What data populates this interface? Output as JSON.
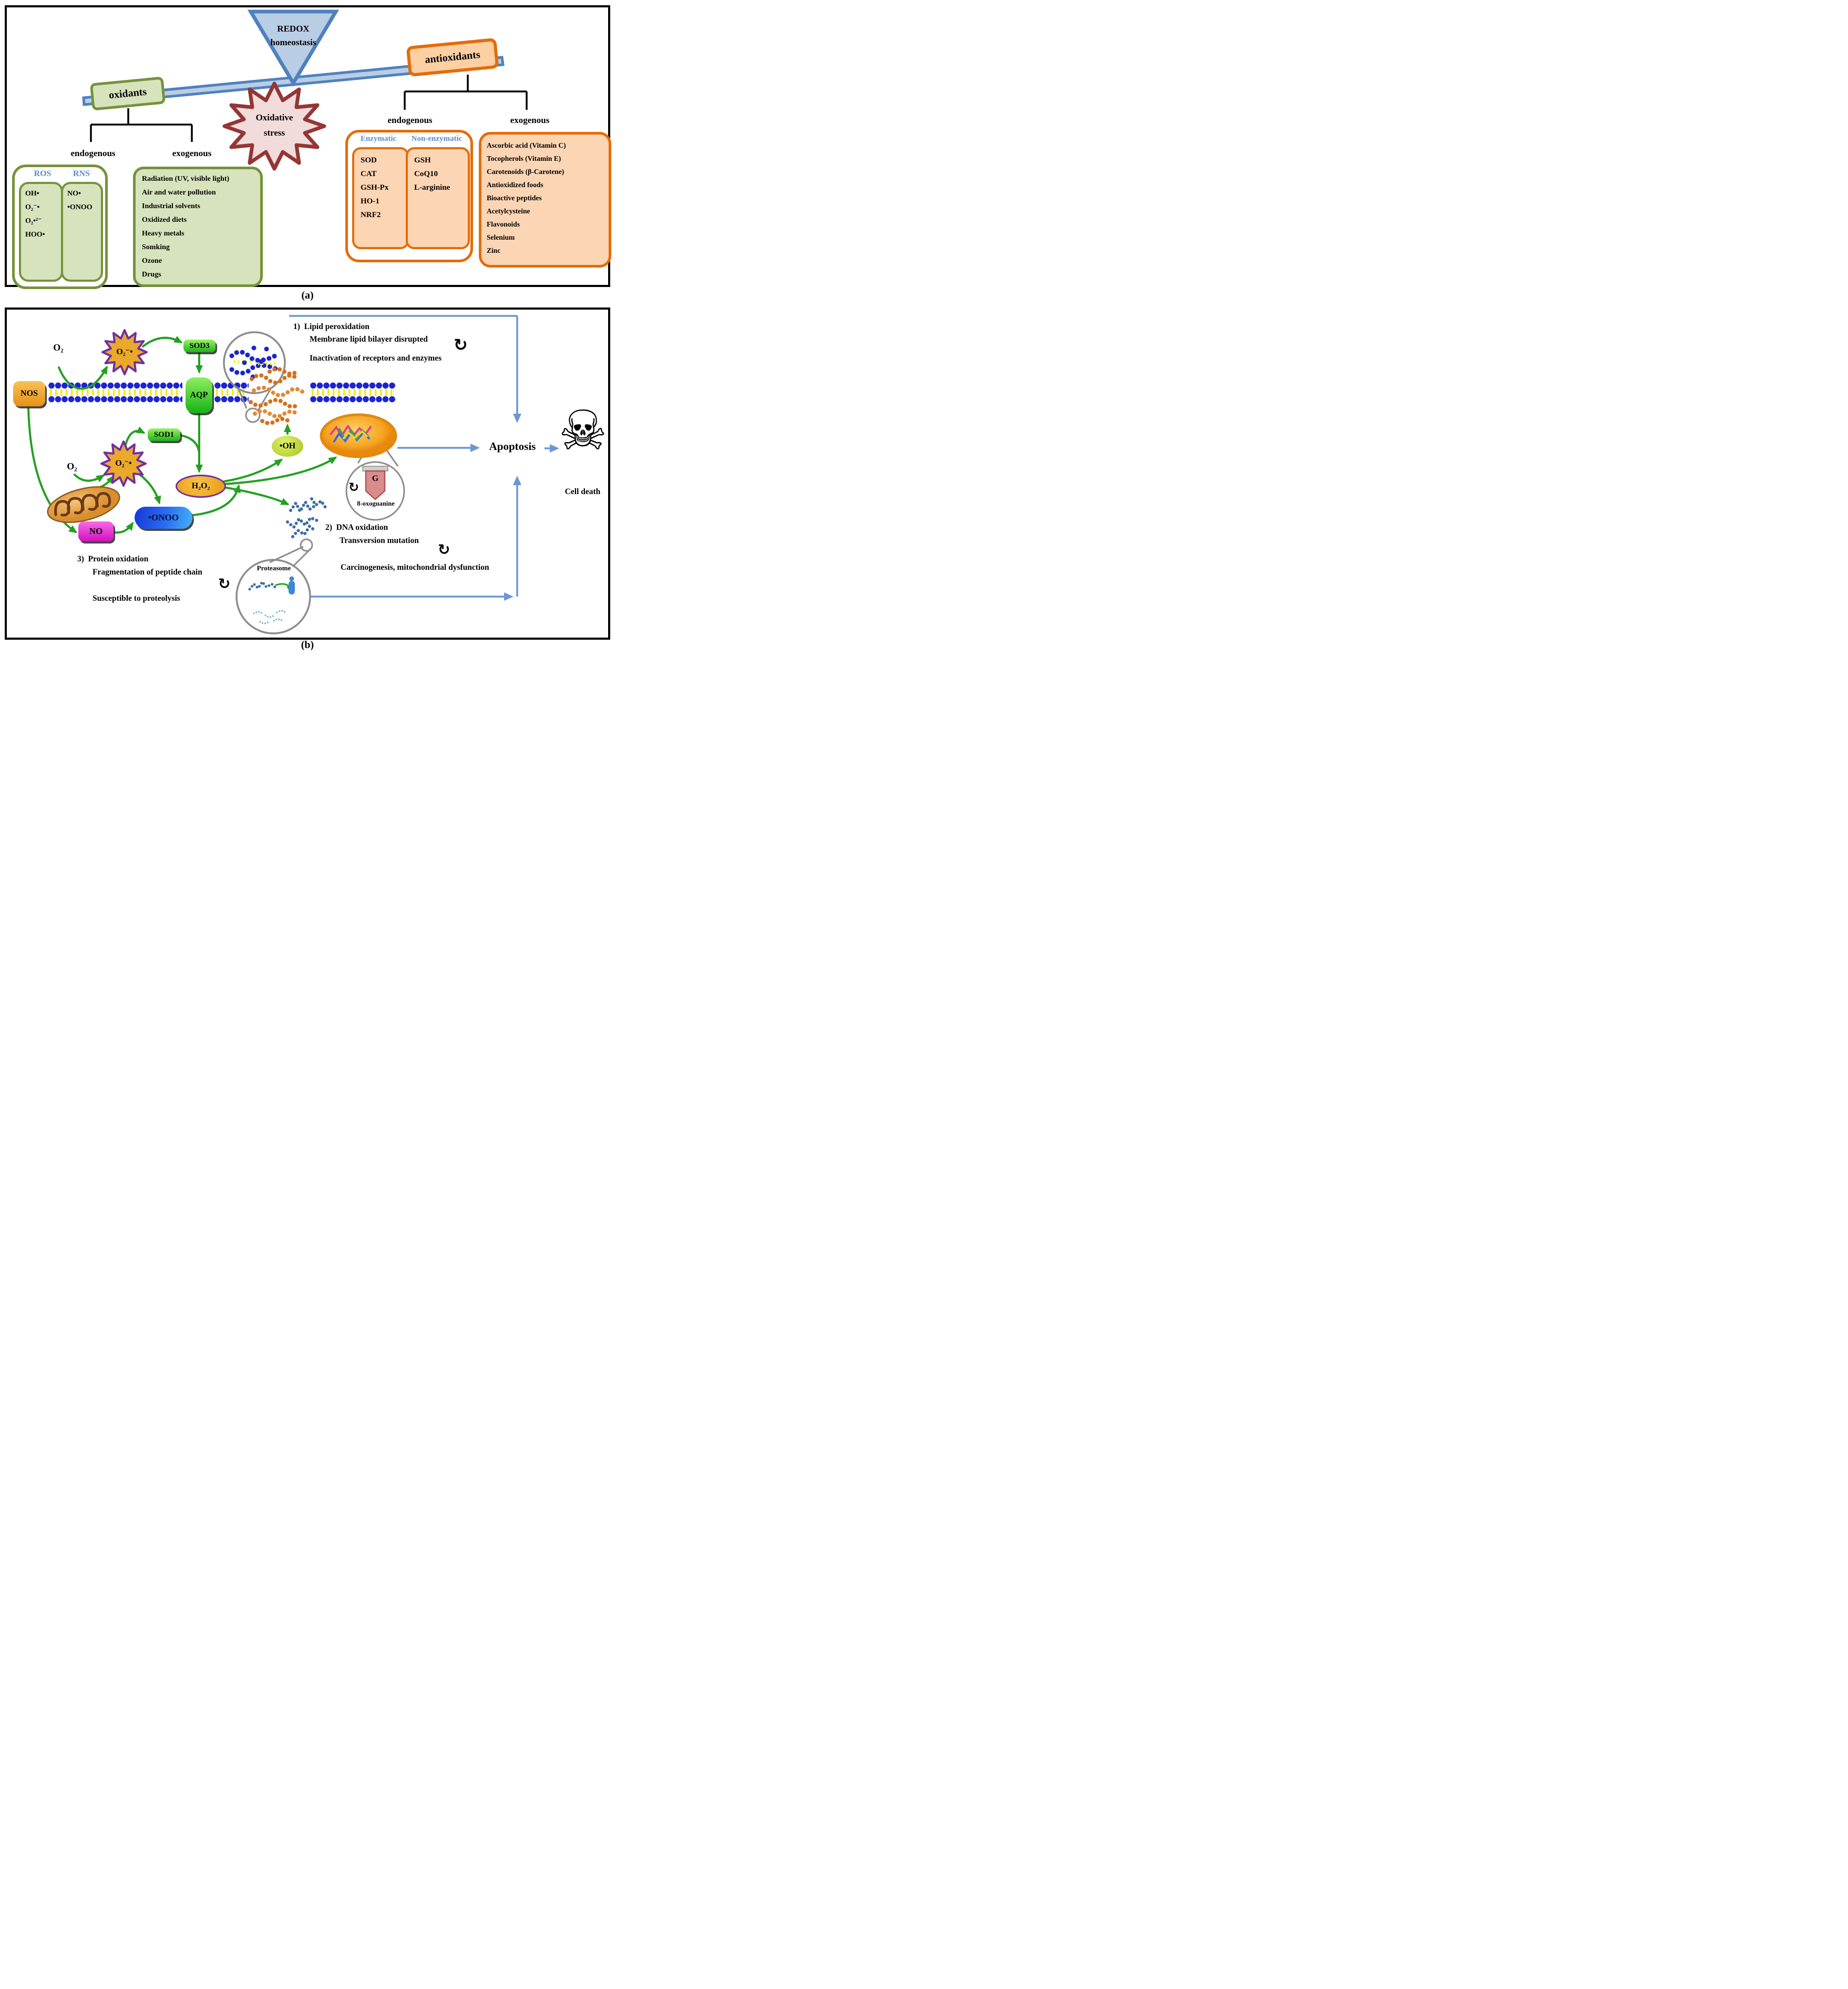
{
  "panel_a": {
    "label": "(a)",
    "triangle": {
      "line1": "REDOX",
      "line2": "homeostasis"
    },
    "oxidants_label": "oxidants",
    "antioxidants_label": "antioxidants",
    "stress": {
      "line1": "Oxidative",
      "line2": "stress"
    },
    "oxidants_branch": {
      "endogenous_label": "endogenous",
      "exogenous_label": "exogenous",
      "ros_label": "ROS",
      "rns_label": "RNS",
      "ros_items": [
        "OH•",
        "O₂⁻•",
        "O₂•²⁻",
        "HOO•"
      ],
      "rns_items": [
        "NO•",
        "•ONOO"
      ],
      "exogenous_items": [
        "Radiation (UV, visible light)",
        "Air and water pollution",
        "Industrial solvents",
        "Oxidized diets",
        "Heavy metals",
        "Somking",
        "Ozone",
        "Drugs"
      ]
    },
    "antioxidants_branch": {
      "endogenous_label": "endogenous",
      "exogenous_label": "exogenous",
      "enzymatic_label": "Enzymatic",
      "non_enzymatic_label": "Non-enzymatic",
      "enzymatic_items": [
        "SOD",
        "CAT",
        "GSH-Px",
        "HO-1",
        "NRF2"
      ],
      "non_enzymatic_items": [
        "GSH",
        "CoQ10",
        "L-arginine"
      ],
      "exogenous_items": [
        "Ascorbic acid (Vitamin C)",
        "Tocopherols (Vitamin E)",
        "Carotenoids (β-Carotene)",
        "Antioxidized foods",
        "Bioactive peptides",
        "Acetylcysteine",
        "Flavonoids",
        "Selenium",
        "Zinc"
      ]
    }
  },
  "panel_b": {
    "label": "(b)",
    "nodes": {
      "nos": "NOS",
      "o2": "O₂",
      "superoxide": "O₂⁻•",
      "sod3": "SOD3",
      "aqp": "AQP",
      "sod1": "SOD1",
      "h2o2": "H₂O₂",
      "no": "NO",
      "onoo": "•ONOO",
      "oh": "•OH"
    },
    "annotations": {
      "lipid_num": "1)",
      "lipid_line1": "Lipid peroxidation",
      "lipid_line2": "Membrane lipid bilayer disrupted",
      "lipid_line3": "Inactivation of receptors and enzymes",
      "dna_num": "2)",
      "dna_line1": "DNA oxidation",
      "dna_line2": "Transversion mutation",
      "dna_line3": "Carcinogenesis, mitochondrial dysfunction",
      "protein_num": "3)",
      "protein_line1": "Protein oxidation",
      "protein_line2": "Fragmentation of peptide chain",
      "protein_line3": "Susceptible to proteolysis",
      "oxoguanine_g": "G",
      "oxoguanine_label": "8-oxoguanine",
      "proteasome_label": "Proteasome",
      "apoptosis": "Apoptosis",
      "cell_death": "Cell  death"
    },
    "icons": {
      "recycle": "↻",
      "skull": "☠"
    }
  },
  "colors": {
    "panel_border": "#000000",
    "balance_fill": "#b9cde5",
    "balance_stroke": "#4f81bd",
    "green_fill": "#d6e3bc",
    "green_stroke": "#76923c",
    "orange_fill": "#fcd5b4",
    "orange_stroke": "#e36c0a",
    "stress_fill": "#f2dbdb",
    "stress_stroke": "#943634",
    "label_blue": "#5b8bd0",
    "arrow_green": "#22a01f",
    "arrow_blue": "#6b96d6",
    "membrane_blue": "#1b24cf",
    "membrane_yellow": "#f5ec02",
    "starburst_fill": "#eaa92b",
    "starburst_stroke": "#7030a0"
  }
}
